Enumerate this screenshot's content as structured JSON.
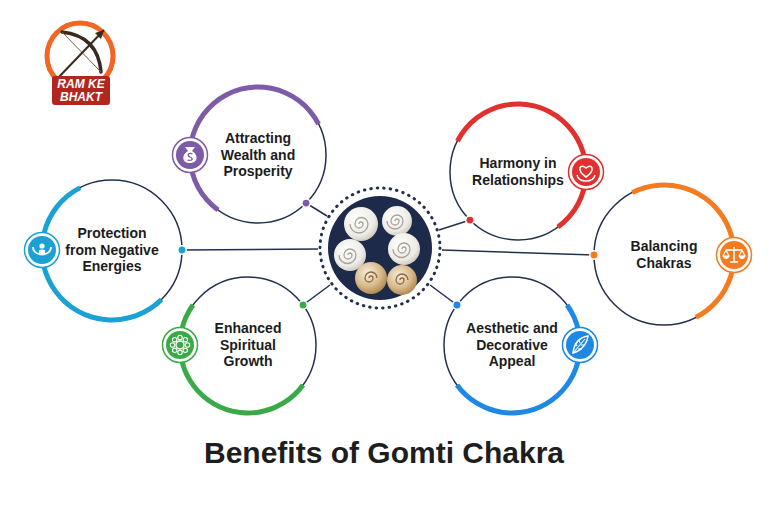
{
  "diagram": {
    "title": "Benefits of Gomti Chakra",
    "nodes": [
      {
        "text": [
          "Attracting Wealth and Prosperity"
        ]
      },
      {
        "text": [
          "Harmony in Relationships"
        ]
      },
      {
        "text": [
          "Protection from Negative Energies"
        ]
      },
      {
        "text": [
          "Balancing Chakras"
        ]
      },
      {
        "text": [
          "Enhanced Spiritual Growth"
        ]
      },
      {
        "text": [
          "Aesthetic and Decorative Appeal"
        ]
      }
    ],
    "labels": [
      "RAM KE BHAKT"
    ]
  }
}
